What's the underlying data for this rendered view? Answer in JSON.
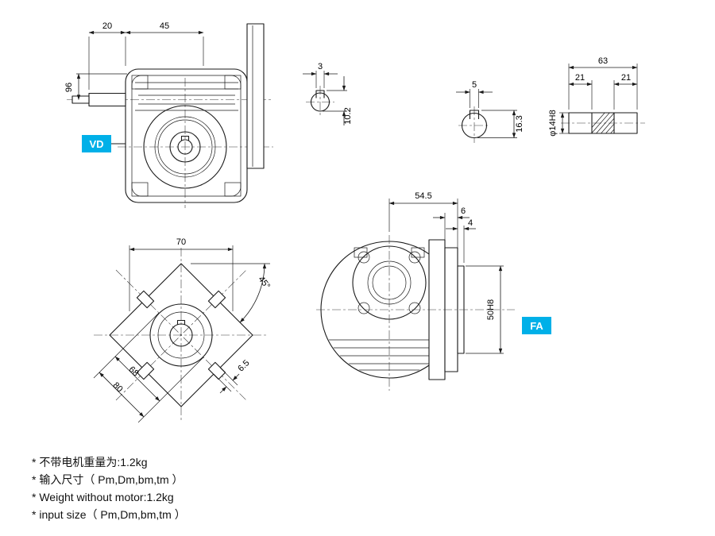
{
  "accent": "#00b0e8",
  "badges": {
    "vd": "VD",
    "fa": "FA"
  },
  "side_view": {
    "dim_20": "20",
    "dim_45": "45",
    "dim_96": "96"
  },
  "key_detail_small": {
    "dim_w": "3",
    "dim_h": "10.2"
  },
  "key_detail_large": {
    "dim_w": "5",
    "dim_h": "16.3"
  },
  "shaft_view": {
    "dim_total": "63",
    "dim_left": "21",
    "dim_right": "21",
    "dim_bore": "φ14H8"
  },
  "front_view": {
    "dim_depth": "54.5",
    "dim_flange": "6",
    "dim_step": "4",
    "dim_spigot": "50H8"
  },
  "square_view": {
    "dim_width": "70",
    "dim_angle": "45°",
    "dim_inner": "68",
    "dim_outer": "80",
    "dim_slot": "6.5"
  },
  "notes": [
    "* 不带电机重量为:1.2kg",
    "* 输入尺寸（ Pm,Dm,bm,tm ）",
    "* Weight without motor:1.2kg",
    "* input size（ Pm,Dm,bm,tm ）"
  ]
}
